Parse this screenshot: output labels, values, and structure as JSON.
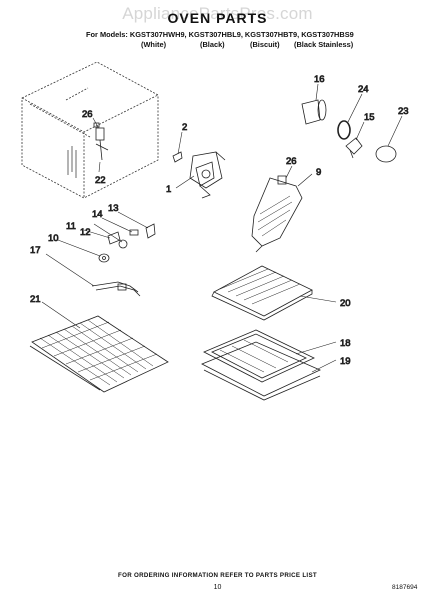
{
  "watermark": "AppliancePartsPros.com",
  "title": "OVEN PARTS",
  "models": "For Models: KGST307HWH9, KGST307HBL9, KGST307HBT9, KGST307HBS9",
  "colors": [
    "(White)",
    "(Black)",
    "(Biscuit)",
    "(Black Stainless)"
  ],
  "callouts": [
    "26",
    "2",
    "1",
    "22",
    "16",
    "24",
    "15",
    "23",
    "26",
    "9",
    "13",
    "14",
    "11",
    "12",
    "10",
    "17",
    "21",
    "20",
    "18",
    "19"
  ],
  "footer": "FOR ORDERING INFORMATION REFER TO PARTS PRICE LIST",
  "page_number": "10",
  "doc_number": "8187694"
}
